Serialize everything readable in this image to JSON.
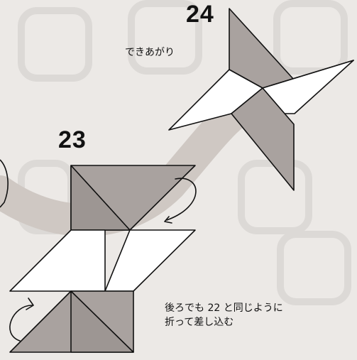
{
  "step24": {
    "number": "24",
    "caption": "できあがり"
  },
  "step23": {
    "number": "23",
    "instruction_line1": "後ろでも 22 と同じように",
    "instruction_line2": "折って差し込む"
  },
  "colors": {
    "paper_back": "#ece9e6",
    "model_gray": "#a9a29f",
    "model_white": "#ffffff",
    "ink": "#111111",
    "background_motif": "#d6d3d0"
  }
}
